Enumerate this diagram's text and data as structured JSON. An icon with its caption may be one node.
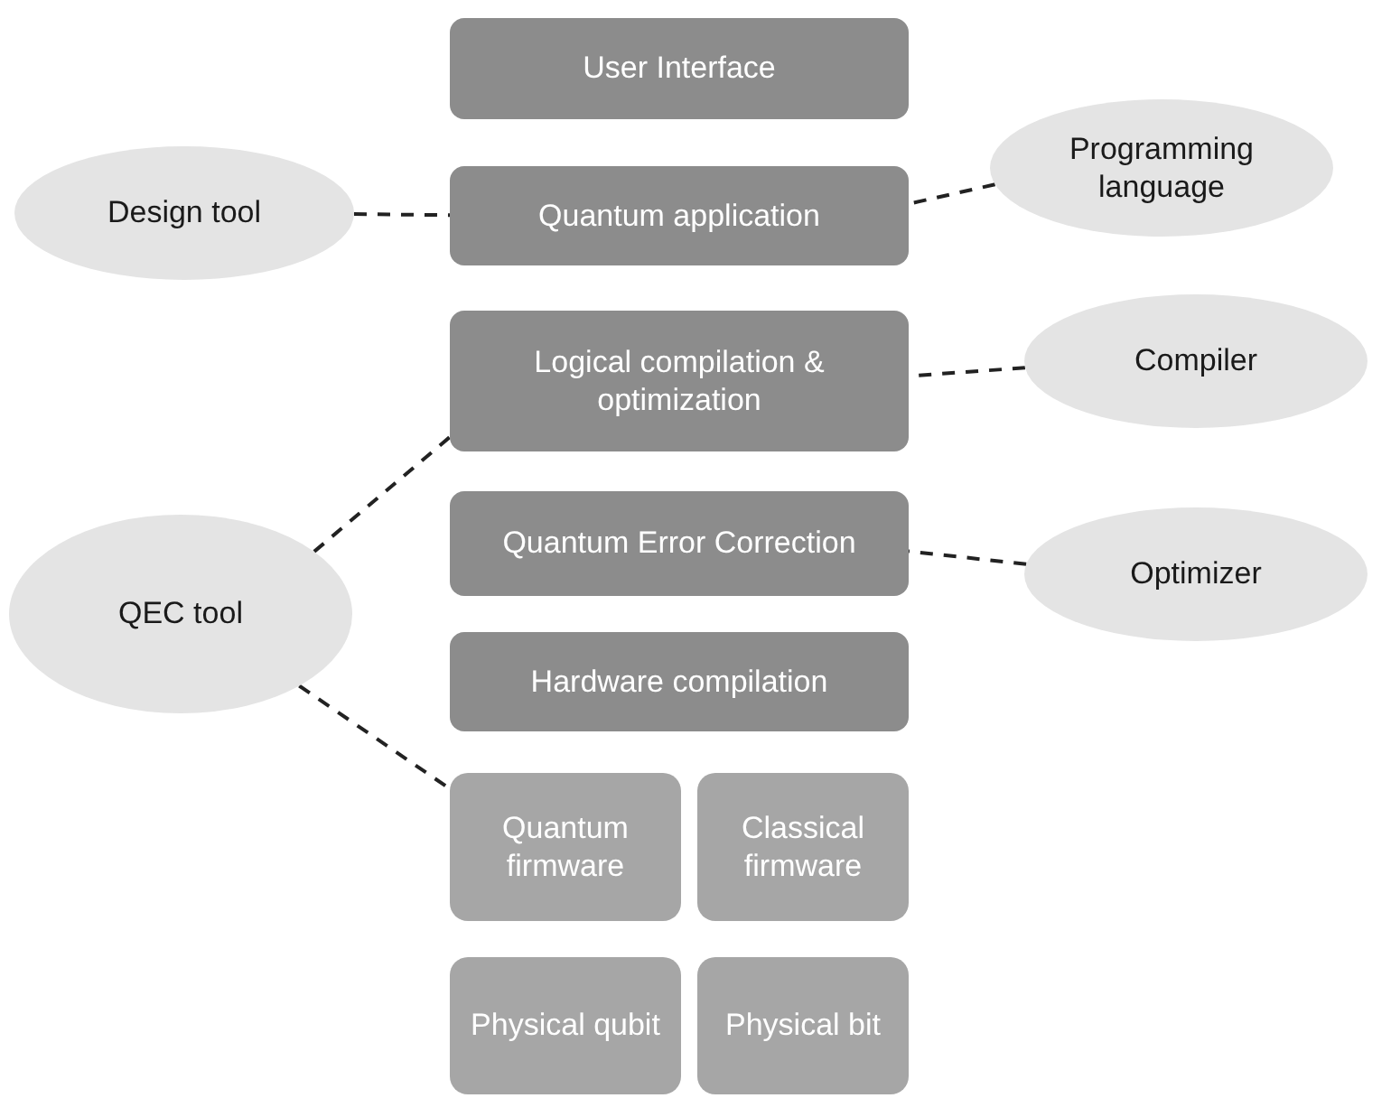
{
  "diagram": {
    "nodes": [
      {
        "text": [
          "User Interface"
        ]
      },
      {
        "text": [
          "Design tool"
        ]
      },
      {
        "text": [
          "Quantum application"
        ]
      },
      {
        "text": [
          "Programming language"
        ]
      },
      {
        "text": [
          "Logical compilation & optimization"
        ]
      },
      {
        "text": [
          "Compiler"
        ]
      },
      {
        "text": [
          "Quantum Error Correction"
        ]
      },
      {
        "text": [
          "Optimizer"
        ]
      },
      {
        "text": [
          "QEC tool"
        ]
      },
      {
        "text": [
          "Hardware compilation"
        ]
      },
      {
        "text": [
          "Quantum firmware"
        ]
      },
      {
        "text": [
          "Classical firmware"
        ]
      },
      {
        "text": [
          "Physical qubit"
        ]
      },
      {
        "text": [
          "Physical bit"
        ]
      }
    ],
    "edges": [
      {
        "from": 1,
        "to": 2,
        "arrow": "none",
        "style": "dashed"
      },
      {
        "from": 3,
        "to": 2,
        "arrow": "none",
        "style": "dashed"
      },
      {
        "from": 5,
        "to": 4,
        "arrow": "none",
        "style": "dashed"
      },
      {
        "from": 7,
        "to": 6,
        "arrow": "none",
        "style": "dashed"
      },
      {
        "from": 8,
        "to": 4,
        "arrow": "none",
        "style": "dashed"
      },
      {
        "from": 8,
        "to": 10,
        "arrow": "none",
        "style": "dashed"
      }
    ]
  }
}
